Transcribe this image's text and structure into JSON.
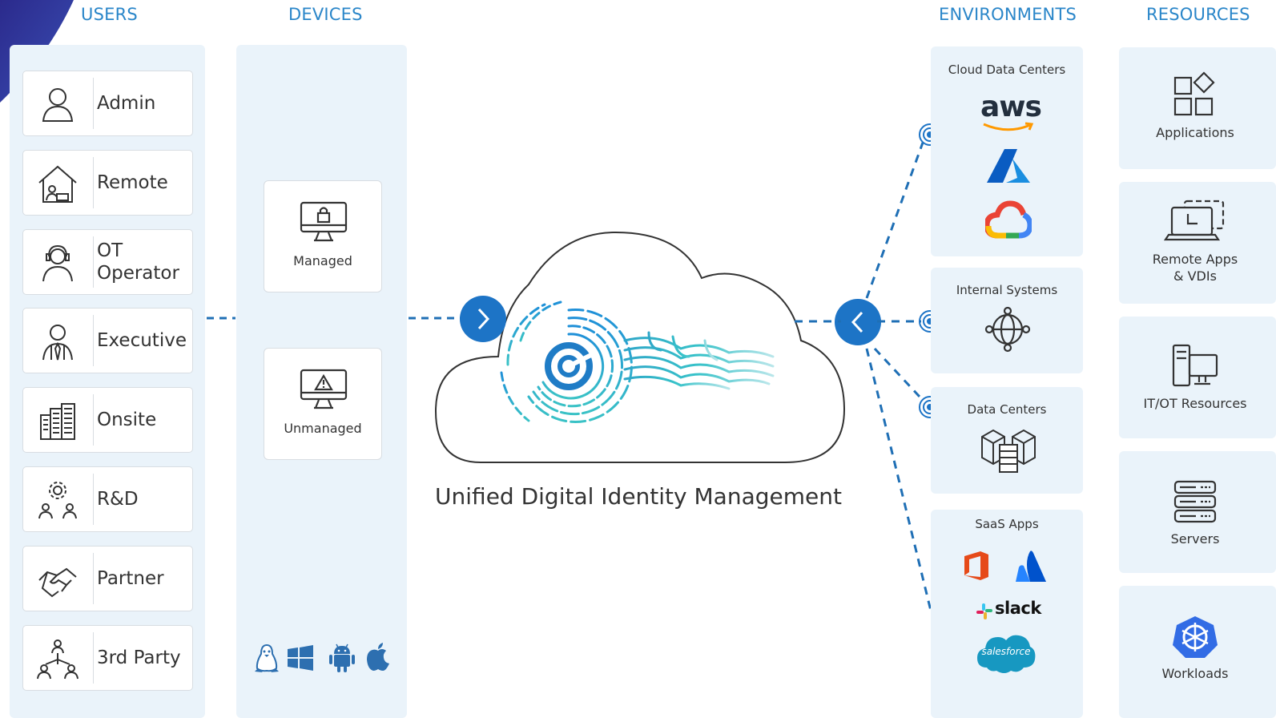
{
  "headings": {
    "users": "USERS",
    "devices": "DEVICES",
    "environments": "ENVIRONMENTS",
    "resources": "RESOURCES"
  },
  "users": [
    {
      "label": "Admin",
      "icon": "user-icon"
    },
    {
      "label": "Remote",
      "icon": "home-user-icon"
    },
    {
      "label": "OT\nOperator",
      "icon": "headset-user-icon"
    },
    {
      "label": "Executive",
      "icon": "executive-icon"
    },
    {
      "label": "Onsite",
      "icon": "buildings-icon"
    },
    {
      "label": "R&D",
      "icon": "gear-team-icon"
    },
    {
      "label": "Partner",
      "icon": "handshake-icon"
    },
    {
      "label": "3rd Party",
      "icon": "network-users-icon"
    }
  ],
  "devices": [
    {
      "label": "Managed",
      "icon": "monitor-lock-icon"
    },
    {
      "label": "Unmanaged",
      "icon": "monitor-warning-icon"
    }
  ],
  "device_os_icons": [
    "linux-icon",
    "windows-icon",
    "android-icon",
    "apple-icon"
  ],
  "center": {
    "caption": "Unified Digital Identity Management",
    "logo_icon": "fingerprint-key-icon"
  },
  "environments": [
    {
      "title": "Cloud Data Centers",
      "logos": [
        "aws-logo",
        "azure-logo",
        "google-cloud-logo"
      ],
      "aws_text": "aws"
    },
    {
      "title": "Internal Systems",
      "logos": [
        "globe-network-icon"
      ]
    },
    {
      "title": "Data Centers",
      "logos": [
        "server-cubes-icon"
      ]
    },
    {
      "title": "SaaS Apps",
      "logos": [
        "office-logo",
        "atlassian-logo",
        "slack-logo",
        "salesforce-logo"
      ],
      "slack_text": "slack",
      "salesforce_text": "salesforce"
    }
  ],
  "resources": [
    {
      "label": "Applications",
      "icon": "apps-grid-icon"
    },
    {
      "label": "Remote Apps\n& VDIs",
      "icon": "remote-desktop-icon"
    },
    {
      "label": "IT/OT Resources",
      "icon": "computer-tower-icon"
    },
    {
      "label": "Servers",
      "icon": "server-rack-icon"
    },
    {
      "label": "Workloads",
      "icon": "kubernetes-icon"
    }
  ],
  "colors": {
    "accent": "#2a86c9",
    "panel": "#eaf3fa",
    "connector": "#1f6fb5",
    "corner": "#2a3a9e"
  }
}
